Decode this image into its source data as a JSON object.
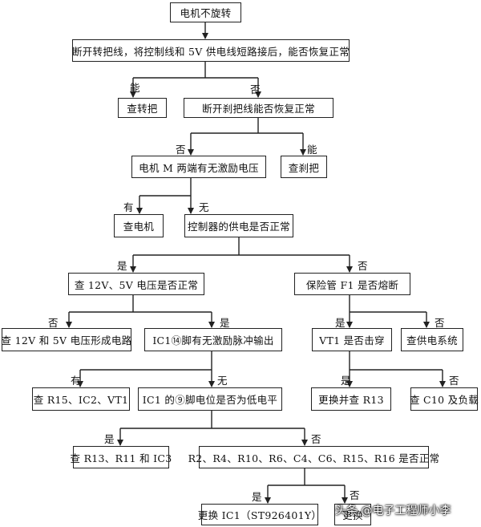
{
  "nodes": {
    "n1": "电机不旋转",
    "n2": "断开转把线，将控制线和 5V 供电线短路接后，能否恢复正常",
    "n3": "查转把",
    "n4": "断开刹把线能否恢复正常",
    "n5": "电机 M 两端有无激励电压",
    "n6": "查刹把",
    "n7": "查电机",
    "n8": "控制器的供电是否正常",
    "n9": "查 12V、5V 电压是否正常",
    "n10": "保险管 F1 是否熔断",
    "n11": "查 12V 和 5V 电压形成电路",
    "n12": "IC1⑭脚有无激励脉冲输出",
    "n13": "VT1 是否击穿",
    "n14": "查供电系统",
    "n15": "查 R15、IC2、VT1",
    "n16": "IC1 的⑨脚电位是否为低电平",
    "n17": "更换并查 R13",
    "n18": "查 C10 及负载",
    "n19": "查 R13、R11 和 IC3",
    "n20": "R2、R4、R10、R6、C4、C6、R15、R16 是否正常",
    "n21": "更换 IC1（ST926401Y）",
    "n22": "更换"
  },
  "labels": {
    "l1": "能",
    "l2": "否",
    "l3": "否",
    "l4": "能",
    "l5": "有",
    "l6": "无",
    "l7": "是",
    "l8": "否",
    "l9": "否",
    "l10": "是",
    "l11": "是",
    "l12": "否",
    "l13": "有",
    "l14": "无",
    "l15": "是",
    "l16": "否",
    "l17": "是",
    "l18": "否",
    "l19": "是",
    "l20": "否"
  },
  "watermark": "头条 @电子工程师小李"
}
